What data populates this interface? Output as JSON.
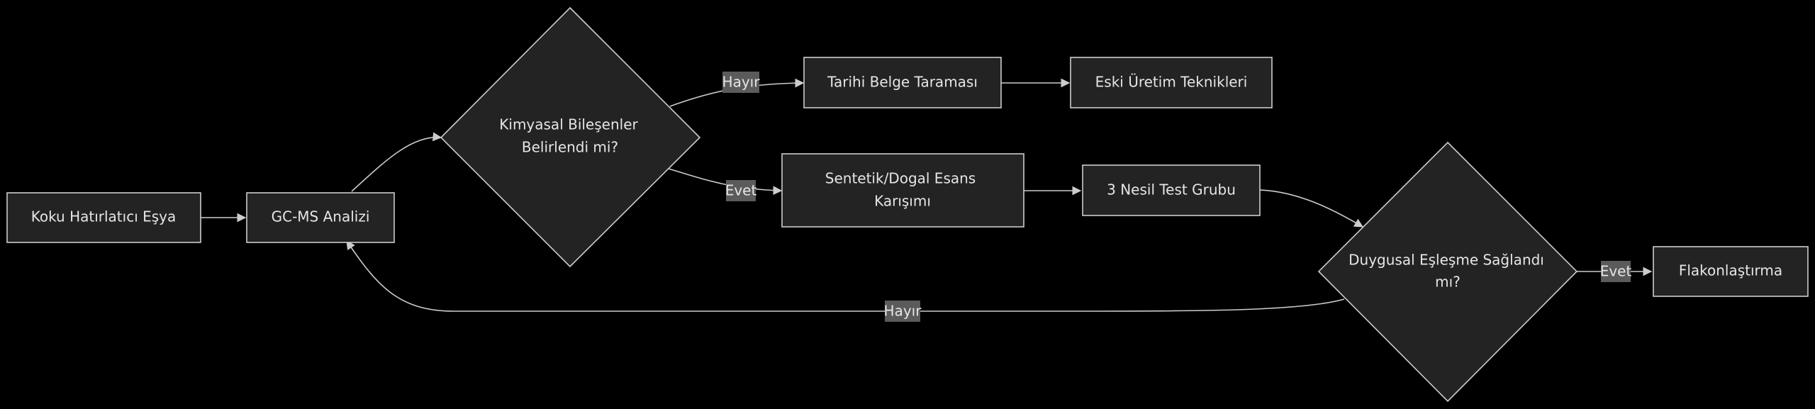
{
  "diagram": {
    "nodes": {
      "koku": {
        "label": "Koku Hatırlatıcı Eşya"
      },
      "gcms": {
        "label": "GC-MS Analizi"
      },
      "kimyasal": {
        "line1": "Kimyasal Bileşenler",
        "line2": "Belirlendi mi?"
      },
      "tarihi": {
        "label": "Tarihi Belge Taraması"
      },
      "eski": {
        "label": "Eski Üretim Teknikleri"
      },
      "sentetik": {
        "line1": "Sentetik/Dogal Esans",
        "line2": "Karışımı"
      },
      "nesil": {
        "label": "3 Nesil Test Grubu"
      },
      "duygusal": {
        "line1": "Duygusal Eşleşme Sağlandı",
        "line2": "mı?"
      },
      "flakon": {
        "label": "Flakonlaştırma"
      }
    },
    "edges": {
      "kimyasal_tarihi": {
        "label": "Hayır"
      },
      "kimyasal_sentetik": {
        "label": "Evet"
      },
      "duygusal_flakon": {
        "label": "Evet"
      },
      "duygusal_gcms": {
        "label": "Hayır"
      }
    },
    "colors": {
      "background": "#000000",
      "node_fill": "#222322",
      "node_stroke": "#cccccc",
      "edge_stroke": "#cccccc",
      "edge_label_bg": "#5b5b5b",
      "text": "#e6e6e6"
    }
  }
}
